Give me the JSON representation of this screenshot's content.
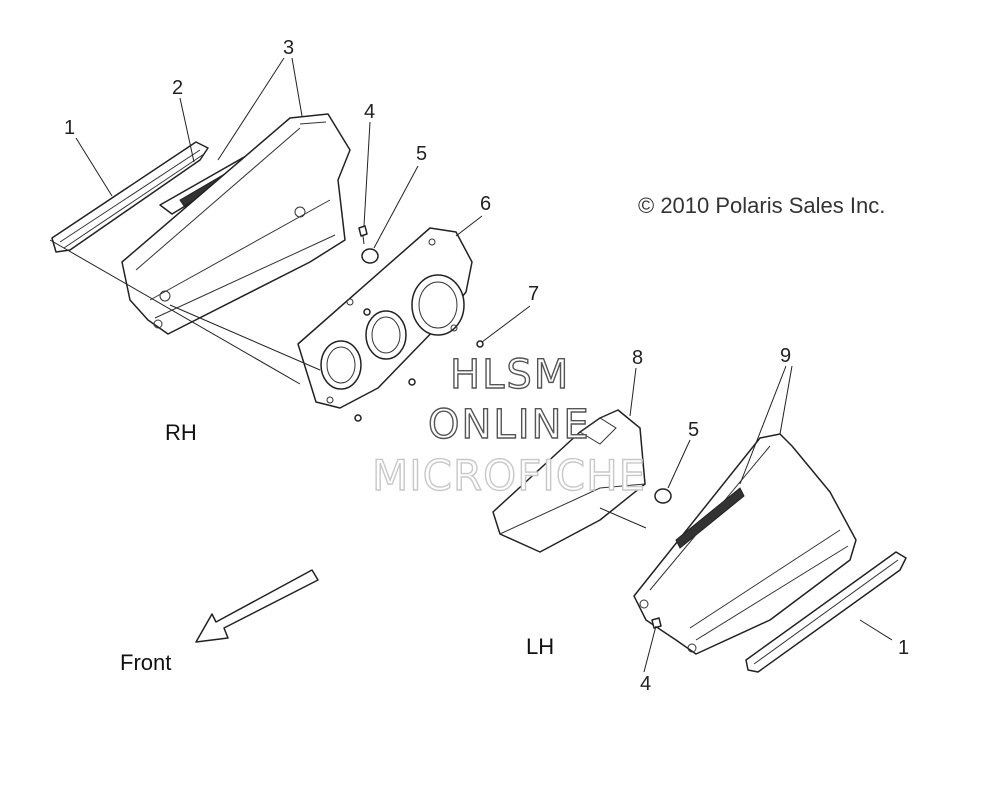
{
  "copyright": "© 2010 Polaris Sales Inc.",
  "labels": {
    "rh": "RH",
    "lh": "LH",
    "front": "Front"
  },
  "watermark": {
    "line1": "HLSM",
    "line2": "ONLINE",
    "line3": "MICROFICHE"
  },
  "callouts": {
    "c1a": "1",
    "c2": "2",
    "c3": "3",
    "c4a": "4",
    "c5a": "5",
    "c6": "6",
    "c7": "7",
    "c8": "8",
    "c9": "9",
    "c5b": "5",
    "c1b": "1",
    "c4b": "4"
  }
}
